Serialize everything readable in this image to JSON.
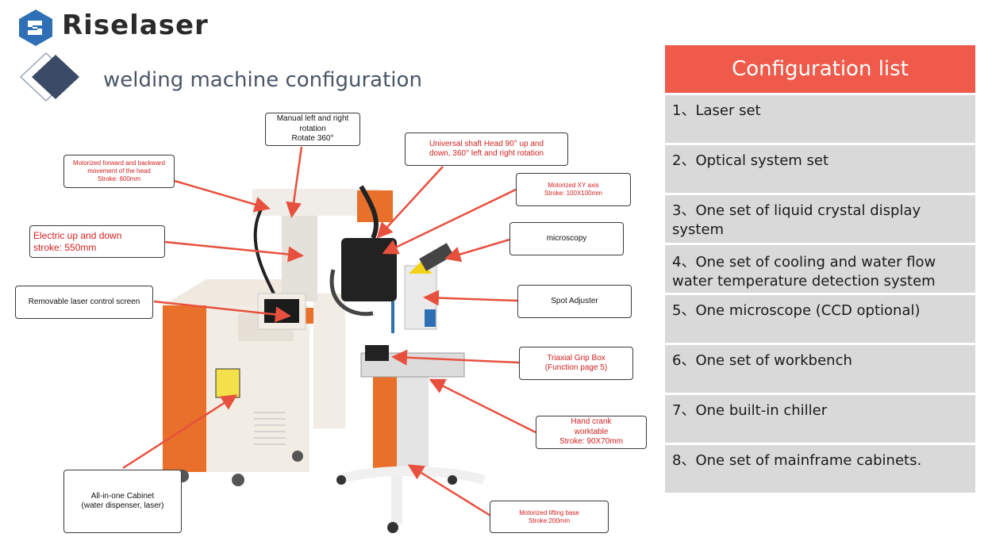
{
  "header": {
    "brand": "Riselaser",
    "title": "welding machine configuration"
  },
  "callouts": {
    "manual_rotation": [
      "Manual left and right",
      "rotation",
      "Rotate 360°"
    ],
    "motorized_fb": [
      "Motorized forward and backward",
      "movement of the head",
      "Stroke: 600mm"
    ],
    "universal_head": [
      "Universal shaft Head 90° up and",
      "down, 360° left and right rotation"
    ],
    "motorized_xy": [
      "Motorized XY axis",
      "Stroke: 100X100mm"
    ],
    "electric_ud": [
      "Electric up and down",
      "stroke: 550mm"
    ],
    "microscopy": "microscopy",
    "removable_screen": "Removable laser control screen",
    "spot_adjuster": "Spot Adjuster",
    "triaxial_grip": [
      "Triaxial Grip Box",
      "(Function page 5)"
    ],
    "hand_crank": [
      "Hand crank",
      "worktable",
      "Stroke: 90X70mm"
    ],
    "all_in_one": [
      "All-in-one Cabinet",
      "(water dispenser, laser)"
    ],
    "motorized_lifting": [
      "Motorized lifting base",
      "Stroke:200mm"
    ]
  },
  "config": {
    "title": "Configuration list",
    "items": [
      "1、Laser set",
      "2、Optical system set",
      "3、One set of liquid crystal display system",
      "4、One set of cooling and water flow water temperature detection system",
      "5、One microscope (CCD optional)",
      "6、One set of workbench",
      "7、One built-in chiller",
      "8、One set of mainframe cabinets."
    ]
  },
  "colors": {
    "accent": "#f05a4a",
    "callout_red": "#d32020",
    "machine_orange": "#e8702a",
    "logo_blue": "#2e6fb5",
    "deco_navy": "#3b4a66"
  }
}
